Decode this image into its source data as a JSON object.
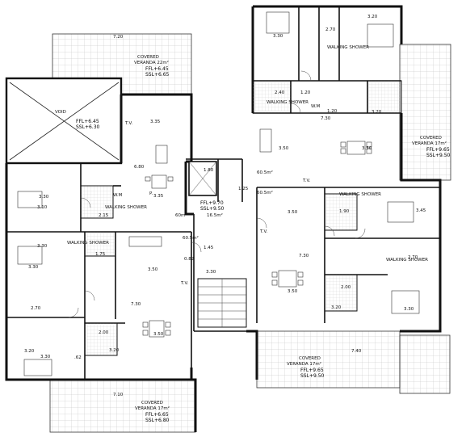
{
  "rooms": {
    "void": "VOID",
    "veranda_tl": [
      "COVERED",
      "VERANDA 22m²"
    ],
    "veranda_tr": [
      "COVERED",
      "VERANDA 17m²"
    ],
    "veranda_br": [
      "COVERED",
      "VERANDA 17m²"
    ],
    "veranda_bl": [
      "COVERED",
      "VERANDA 17m²"
    ],
    "shower": "WALKING SHOWER",
    "wm": "W.M",
    "tv": "T.V.",
    "p": "P.",
    "lift_area": "16.5m²",
    "area_a": "60.5m²",
    "area_b": "60.5m²",
    "area_c": "60m²",
    "area_d": "60.5m²"
  },
  "levels": {
    "tl": [
      "FFL+6.45",
      "SSL+6.65"
    ],
    "void": [
      "FFL+6.45",
      "SSL+6.30"
    ],
    "center": [
      "FFL+9.70",
      "SSL+9.50"
    ],
    "tr": [
      "FFL+9.65",
      "SSL+9.50"
    ],
    "br": [
      "FFL+9.65",
      "SSL+9.50"
    ],
    "bl": [
      "FFL+6.65",
      "SSL+6.80"
    ]
  },
  "dims": {
    "d330": "3.30",
    "d320": "3.20",
    "d350": "3.50",
    "d335": "3.35",
    "d730": "7.30",
    "d720": "7.20",
    "d710": "7.10",
    "d740": "7.40",
    "d680": "6.80",
    "d270": "2.70",
    "d120": "1.20",
    "d240": "2.40",
    "d310": "3.10",
    "d215": "2.15",
    "d175": "1.75",
    "d180": "1.80",
    "d125": "1.25",
    "d145": "1.45",
    "d190": "1.90",
    "d200": "2.00",
    "d345": "3.45",
    "d082": "0.82",
    "d062": ".62"
  }
}
